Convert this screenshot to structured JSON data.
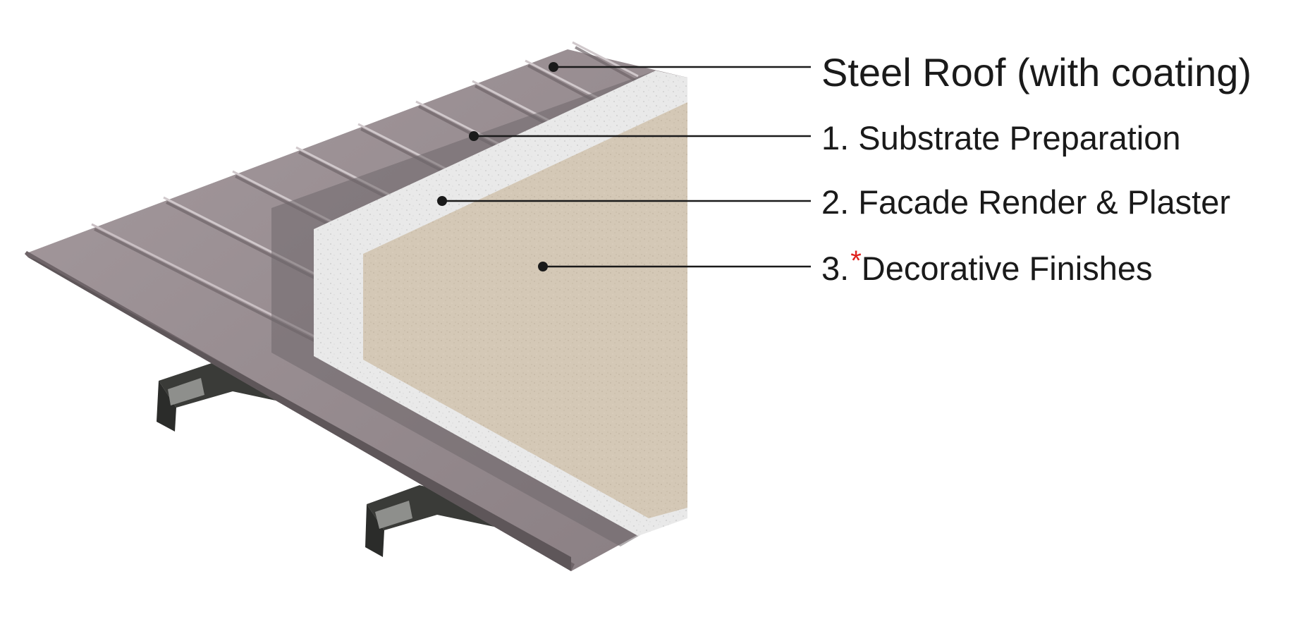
{
  "callouts": {
    "steel_roof": {
      "text": "Steel Roof (with coating)"
    },
    "substrate": {
      "number": "1.",
      "text": "Substrate Preparation"
    },
    "render": {
      "number": "2.",
      "text": "Facade Render & Plaster"
    },
    "decorative": {
      "number": "3.",
      "asterisk": "*",
      "text": "Decorative Finishes"
    }
  },
  "colors": {
    "roof_sheet": "#8a7f83",
    "roof_sheet_light": "#a0959a",
    "roof_rib": "#b3a9ad",
    "substrate_layer": "#6f676b",
    "render_layer": "#e9e9e9",
    "finish_layer": "#d4c8b6",
    "purlin": "#3a3b38",
    "leader_line": "#1a1a1a",
    "asterisk": "#e0201c"
  },
  "icons": {
    "leader_dot": "filled-circle"
  }
}
